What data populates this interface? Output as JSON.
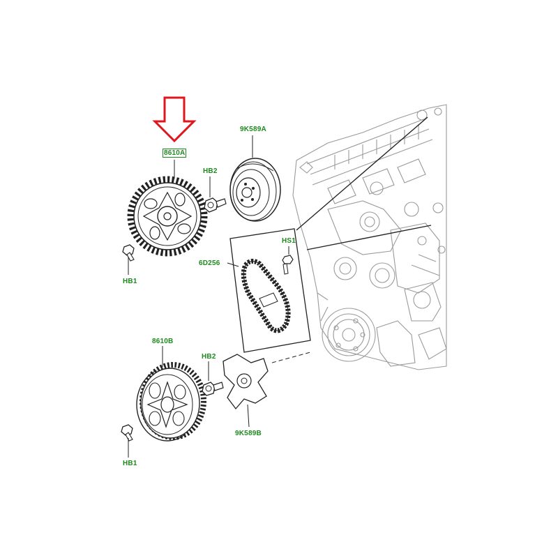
{
  "labels": {
    "cam_gear_a": "8610A",
    "cam_gear_b": "8610B",
    "damper_a": "9K589A",
    "damper_b": "9K589B",
    "bolt_hb2_top": "HB2",
    "bolt_hb2_bottom": "HB2",
    "bolt_hb1_top": "HB1",
    "bolt_hb1_bottom": "HB1",
    "bolt_hs1": "HS1",
    "timing_chain": "6D256"
  },
  "colors": {
    "label_green": "#1d8a1d",
    "arrow_red": "#e0161d",
    "line_dark": "#222222",
    "engine_gray": "#9a9a9a"
  },
  "highlight": {
    "part": "cam_gear_a",
    "indicator": "down-arrow"
  }
}
